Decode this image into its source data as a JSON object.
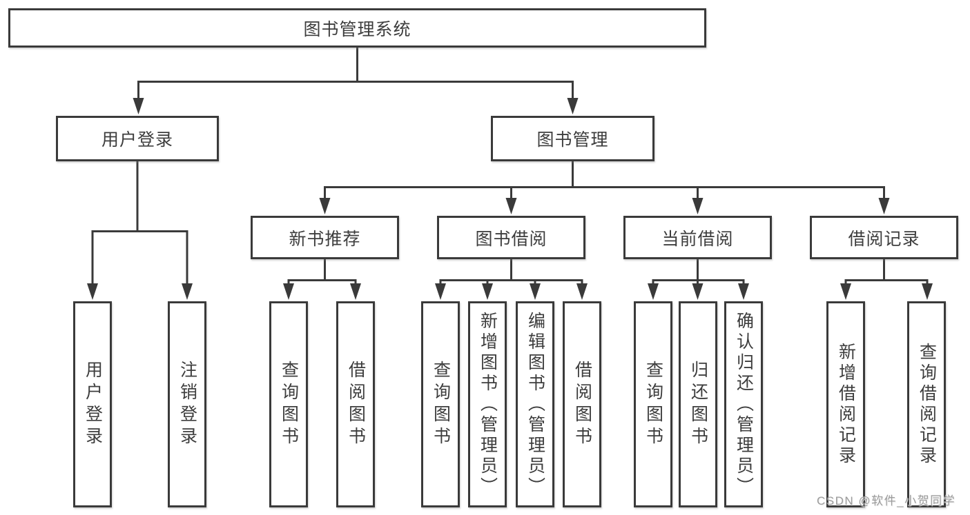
{
  "tree": {
    "label": "图书管理系统",
    "children": [
      {
        "label": "用户登录",
        "children": [
          {
            "label": "用户登录"
          },
          {
            "label": "注销登录"
          }
        ]
      },
      {
        "label": "图书管理",
        "children": [
          {
            "label": "新书推荐",
            "children": [
              {
                "label": "查询图书"
              },
              {
                "label": "借阅图书"
              }
            ]
          },
          {
            "label": "图书借阅",
            "children": [
              {
                "label": "查询图书"
              },
              {
                "label": "新增图书（管理员）"
              },
              {
                "label": "编辑图书（管理员）"
              },
              {
                "label": "借阅图书"
              }
            ]
          },
          {
            "label": "当前借阅",
            "children": [
              {
                "label": "查询图书"
              },
              {
                "label": "归还图书"
              },
              {
                "label": "确认归还（管理员）"
              }
            ]
          },
          {
            "label": "借阅记录",
            "children": [
              {
                "label": "新增借阅记录"
              },
              {
                "label": "查询借阅记录"
              }
            ]
          }
        ]
      }
    ]
  },
  "watermark": "CSDN @软件_小贺同学",
  "colors": {
    "line": "#3a3a3a",
    "text": "#3d3d3d",
    "node_background": "#ffffff",
    "watermark": "#9c9c9c",
    "background": "#ffffff"
  }
}
